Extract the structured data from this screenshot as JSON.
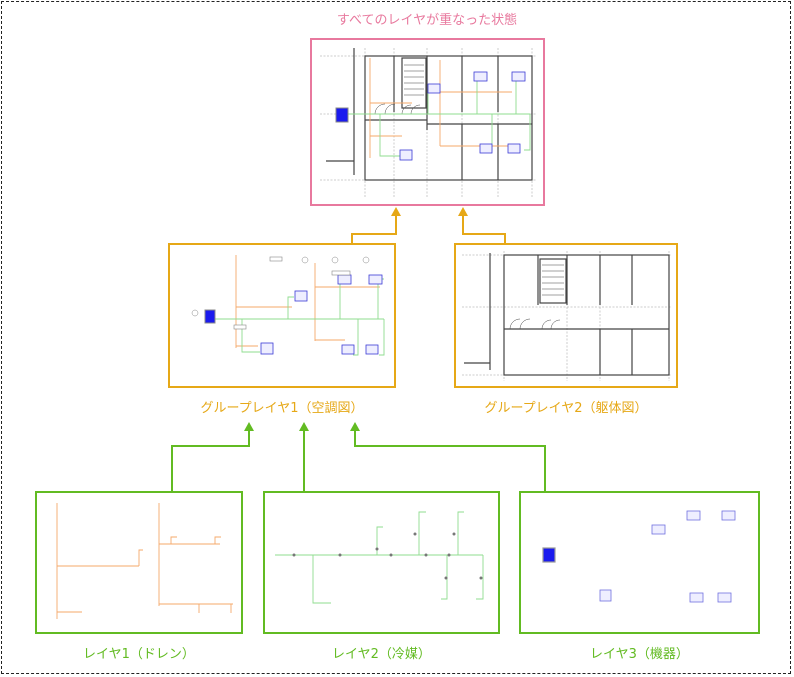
{
  "title": "すべてのレイヤが重なった状態",
  "groups": [
    {
      "label": "グループレイヤ1（空調図）"
    },
    {
      "label": "グループレイヤ2（躯体図）"
    }
  ],
  "layers": [
    {
      "label": "レイヤ1（ドレン）"
    },
    {
      "label": "レイヤ2（冷媒）"
    },
    {
      "label": "レイヤ3（機器）"
    }
  ],
  "colors": {
    "combined": "#e8799e",
    "group": "#e6a817",
    "layer": "#62bb22",
    "drain_pipe": "#f5a86a",
    "refrigerant_pipe": "#8fdc8f",
    "equipment": "#3b3bd6",
    "structure": "#555555"
  }
}
